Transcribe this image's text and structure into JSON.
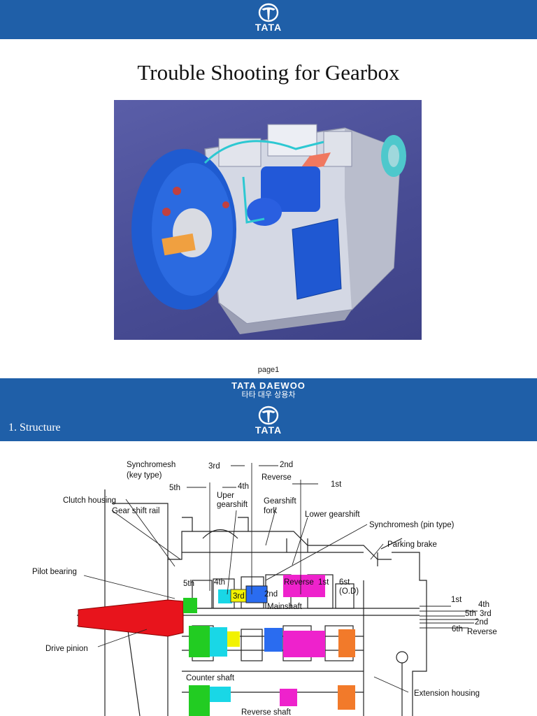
{
  "slide1": {
    "brand": "TATA",
    "title": "Trouble Shooting for Gearbox",
    "page_label": "page1"
  },
  "slide2": {
    "brand_top_en": "TATA DAEWOO",
    "brand_top_ko": "타타 대우 상용차",
    "brand": "TATA",
    "section_title": "1. Structure",
    "diagram_labels": {
      "synchromesh_key": "Synchromesh",
      "key_type": "(key type)",
      "third_top": "3rd",
      "second_top": "2nd",
      "reverse_top": "Reverse",
      "first_top": "1st",
      "fifth_top": "5th",
      "fourth_top": "4th",
      "uper": "Uper",
      "gearshift": "gearshift",
      "clutch_housing": "Clutch housing",
      "gear_shift_rail": "Gear shift rail",
      "gearshift_fork_1": "Gearshift",
      "gearshift_fork_2": "fork",
      "lower_gearshift": "Lower gearshift",
      "synchromesh_pin": "Synchromesh (pin type)",
      "parking_brake": "Parking brake",
      "pilot_bearing": "Pilot bearing",
      "g5th": "5th",
      "g4th": "4th",
      "g3rd": "3rd",
      "g2nd": "2nd",
      "reverse_mid": "Reverse",
      "g1st": "1st",
      "g6st": "6st",
      "od": "(O.D)",
      "mainshaft": "Mainshaft",
      "out_1st": "1st",
      "out_4th": "4th",
      "out_5th": "5th",
      "out_3rd": "3rd",
      "out_2nd": "2nd",
      "out_6th": "6th",
      "out_reverse": "Reverse",
      "drive_pinion": "Drive pinion",
      "counter_shaft": "Counter shaft",
      "extension_housing": "Extension housing",
      "reverse_shaft": "Reverse shaft"
    }
  },
  "colors": {
    "header_blue": "#1f5fa8",
    "gear_red": "#e8141c",
    "gear_green": "#22cc22",
    "gear_cyan": "#19d7e6",
    "gear_yellow": "#f2f200",
    "gear_blue": "#2a6cf0",
    "gear_magenta": "#ee22cc",
    "gear_orange": "#f27a2a"
  }
}
